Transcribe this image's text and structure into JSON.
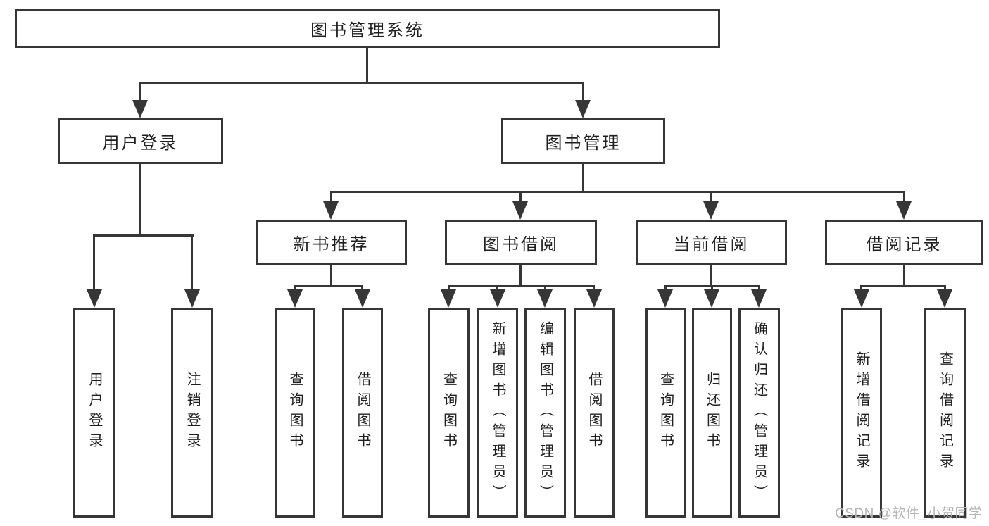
{
  "diagram": {
    "root": {
      "label": "图书管理系统",
      "children": [
        {
          "label": "用户登录",
          "children": [
            {
              "label": "用户登录"
            },
            {
              "label": "注销登录"
            }
          ]
        },
        {
          "label": "图书管理",
          "children": [
            {
              "label": "新书推荐",
              "children": [
                {
                  "label": "查询图书"
                },
                {
                  "label": "借阅图书"
                }
              ]
            },
            {
              "label": "图书借阅",
              "children": [
                {
                  "label": "查询图书"
                },
                {
                  "label": "新增图书（管理员）"
                },
                {
                  "label": "编辑图书（管理员）"
                },
                {
                  "label": "借阅图书"
                }
              ]
            },
            {
              "label": "当前借阅",
              "children": [
                {
                  "label": "查询图书"
                },
                {
                  "label": "归还图书"
                },
                {
                  "label": "确认归还（管理员）"
                }
              ]
            },
            {
              "label": "借阅记录",
              "children": [
                {
                  "label": "新增借阅记录"
                },
                {
                  "label": "查询借阅记录"
                }
              ]
            }
          ]
        }
      ]
    }
  },
  "watermark": {
    "text": "CSDN @软件_小贺同学"
  },
  "colors": {
    "line": "#363636",
    "text": "#1f1f1f",
    "watermark": "#b5b5b5",
    "background": "#ffffff"
  }
}
